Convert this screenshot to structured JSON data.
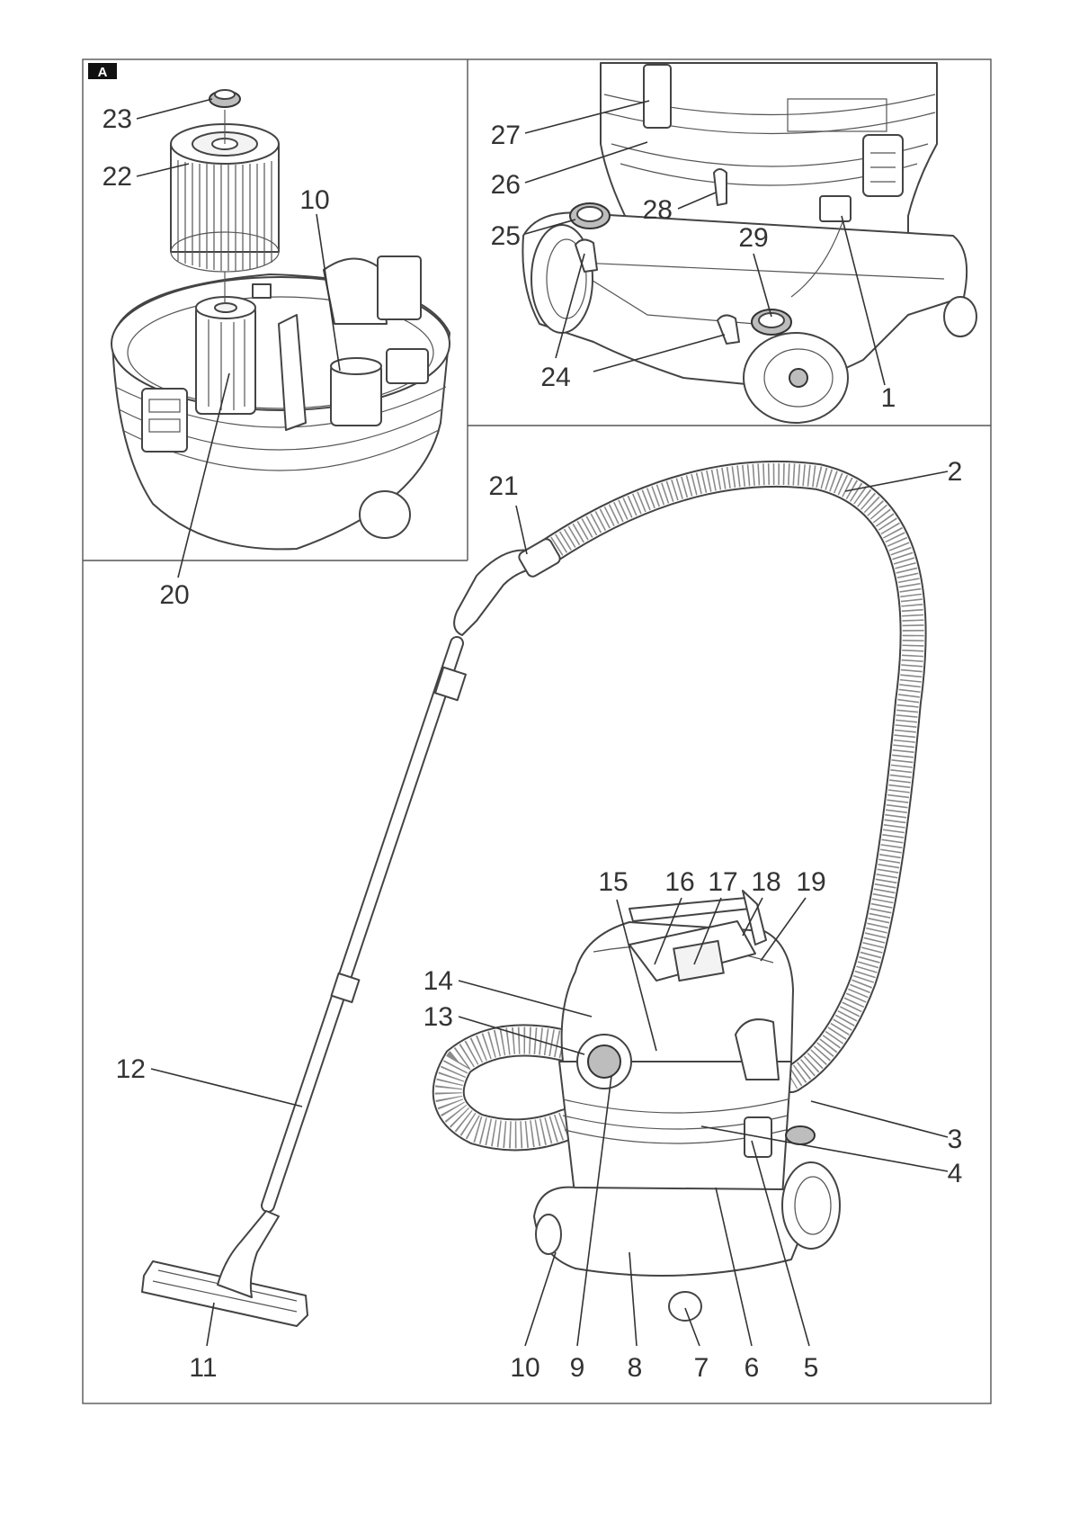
{
  "figure": {
    "panel_letter": "A",
    "callouts": {
      "c1": "1",
      "c2": "2",
      "c3": "3",
      "c4": "4",
      "c5": "5",
      "c6": "6",
      "c7": "7",
      "c8": "8",
      "c9": "9",
      "c10a": "10",
      "c10b": "10",
      "c11": "11",
      "c12": "12",
      "c13": "13",
      "c14": "14",
      "c15": "15",
      "c16": "16",
      "c17": "17",
      "c18": "18",
      "c19": "19",
      "c20": "20",
      "c21": "21",
      "c22": "22",
      "c23": "23",
      "c24": "24",
      "c25": "25",
      "c26": "26",
      "c27": "27",
      "c28": "28",
      "c29": "29"
    }
  }
}
